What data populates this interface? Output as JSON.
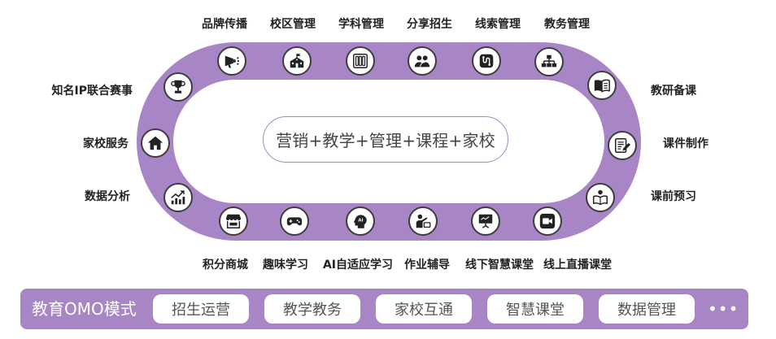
{
  "colors": {
    "accent": "#a886c6",
    "label_text": "#222222",
    "center_text": "#444444",
    "pill_text": "#555555",
    "bar_text": "#ffffff",
    "icon": "#222222",
    "icon_outline": "#3d3d3d",
    "icon_fill": "#ffffff"
  },
  "center": {
    "text": "营销+教学+管理+课程+家校"
  },
  "ring": {
    "top": [
      {
        "label": "品牌传播",
        "icon": "megaphone-icon"
      },
      {
        "label": "校区管理",
        "icon": "school-building-icon"
      },
      {
        "label": "学科管理",
        "icon": "bookshelf-icon"
      },
      {
        "label": "分享招生",
        "icon": "people-group-icon"
      },
      {
        "label": "线索管理",
        "icon": "route-icon"
      },
      {
        "label": "教务管理",
        "icon": "org-chart-icon"
      }
    ],
    "right": [
      {
        "label": "教研备课",
        "icon": "open-book-icon"
      },
      {
        "label": "课件制作",
        "icon": "edit-document-icon"
      },
      {
        "label": "课前预习",
        "icon": "reading-icon"
      }
    ],
    "bottom": [
      {
        "label": "积分商城",
        "icon": "store-icon"
      },
      {
        "label": "趣味学习",
        "icon": "gamepad-icon"
      },
      {
        "label": "AI自适应学习",
        "icon": "ai-head-icon",
        "icon_text": "AI"
      },
      {
        "label": "作业辅导",
        "icon": "teacher-pointing-icon"
      },
      {
        "label": "线下智慧课堂",
        "icon": "presentation-board-icon"
      },
      {
        "label": "线上直播课堂",
        "icon": "video-camera-icon"
      }
    ],
    "left": [
      {
        "label": "知名IP联合赛事",
        "icon": "trophy-icon"
      },
      {
        "label": "家校服务",
        "icon": "home-icon"
      },
      {
        "label": "数据分析",
        "icon": "trend-chart-icon"
      }
    ]
  },
  "bottom_bar": {
    "title": "教育OMO模式",
    "items": [
      "招生运营",
      "教学教务",
      "家校互通",
      "智慧课堂",
      "数据管理"
    ],
    "more": "•••"
  }
}
